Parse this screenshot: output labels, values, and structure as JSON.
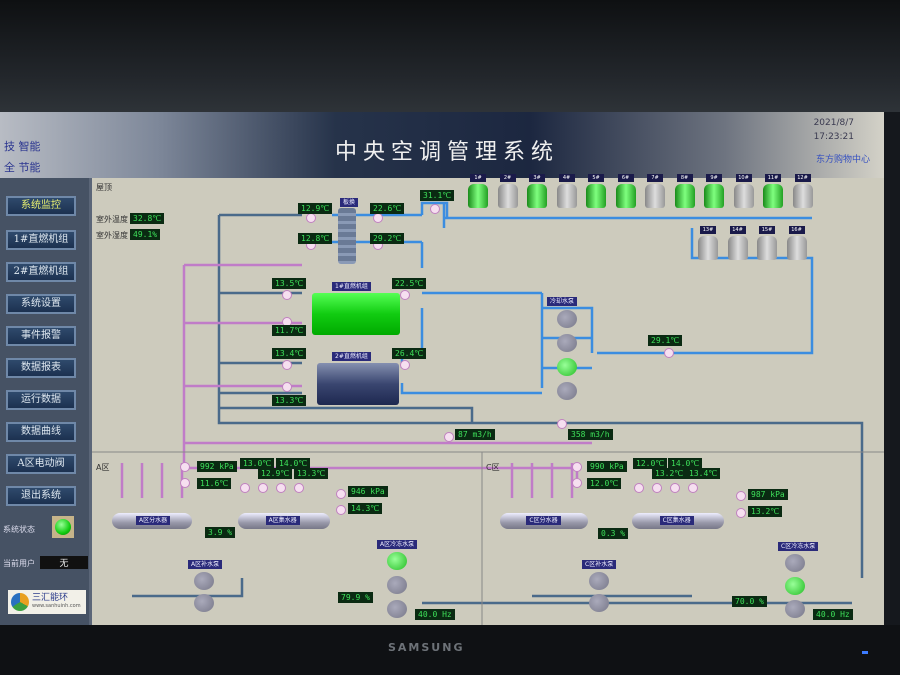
{
  "header": {
    "slogans": [
      "技 智能",
      "全 节能"
    ],
    "title": "中央空调管理系统",
    "date": "2021/8/7",
    "time": "17:23:21",
    "org": "东方购物中心"
  },
  "sidebar": {
    "items": [
      "系统监控",
      "1#直燃机组",
      "2#直燃机组",
      "系统设置",
      "事件报警",
      "数据报表",
      "运行数据",
      "数据曲线",
      "A区电动阀",
      "退出系统"
    ],
    "status_label": "系统状态",
    "user_label": "当前用户",
    "user_value": "无",
    "logo_text": "三汇能环",
    "logo_url": "www.sanhuinh.com"
  },
  "main": {
    "roof_label": "屋顶",
    "outdoor": {
      "temp_label": "室外温度",
      "temp": "32.8℃",
      "humidity_label": "室外湿度",
      "humidity": "49.1%"
    },
    "hx_label": "板换",
    "chillers": [
      "1#直燃机组",
      "2#直燃机组"
    ],
    "cooling_pump_label": "冷却水泵",
    "towers": [
      {
        "n": "1#",
        "on": true
      },
      {
        "n": "2#",
        "on": false
      },
      {
        "n": "3#",
        "on": true
      },
      {
        "n": "4#",
        "on": false
      },
      {
        "n": "5#",
        "on": true
      },
      {
        "n": "6#",
        "on": true
      },
      {
        "n": "7#",
        "on": false
      },
      {
        "n": "8#",
        "on": true
      },
      {
        "n": "9#",
        "on": true
      },
      {
        "n": "10#",
        "on": false
      },
      {
        "n": "11#",
        "on": true
      },
      {
        "n": "12#",
        "on": false
      },
      {
        "n": "13#",
        "on": false
      },
      {
        "n": "14#",
        "on": false
      },
      {
        "n": "15#",
        "on": false
      },
      {
        "n": "16#",
        "on": false
      }
    ],
    "readouts": [
      "12.9℃",
      "22.6℃",
      "12.8℃",
      "29.2℃",
      "31.1℃",
      "13.5℃",
      "22.5℃",
      "11.7℃",
      "13.4℃",
      "26.4℃",
      "13.3℃",
      "29.1℃",
      "87 m3/h",
      "358 m3/h",
      "992 kPa",
      "11.6℃",
      "13.0℃",
      "12.9℃",
      "14.0℃",
      "13.3℃",
      "946 kPa",
      "14.3℃",
      "3.9 %",
      "79.9 %",
      "40.0 Hz",
      "990 kPa",
      "12.0℃",
      "12.0℃",
      "13.2℃",
      "14.0℃",
      "13.4℃",
      "987 kPa",
      "13.2℃",
      "0.3 %",
      "70.0 %",
      "40.0 Hz"
    ],
    "zone_a": {
      "label": "A区",
      "splitter": "A区分水器",
      "collector": "A区集水器",
      "makeup_pump": "A区补水泵",
      "chw_pump": "A区冷冻水泵"
    },
    "zone_c": {
      "label": "C区",
      "splitter": "C区分水器",
      "collector": "C区集水器",
      "makeup_pump": "C区补水泵",
      "chw_pump": "C区冷冻水泵"
    }
  },
  "colors": {
    "pipe_blue": "#3b8de0",
    "pipe_dark": "#4a6a8a",
    "pipe_pink": "#c07cc8",
    "running": "#2bd12b"
  },
  "bezel_brand": "SAMSUNG"
}
